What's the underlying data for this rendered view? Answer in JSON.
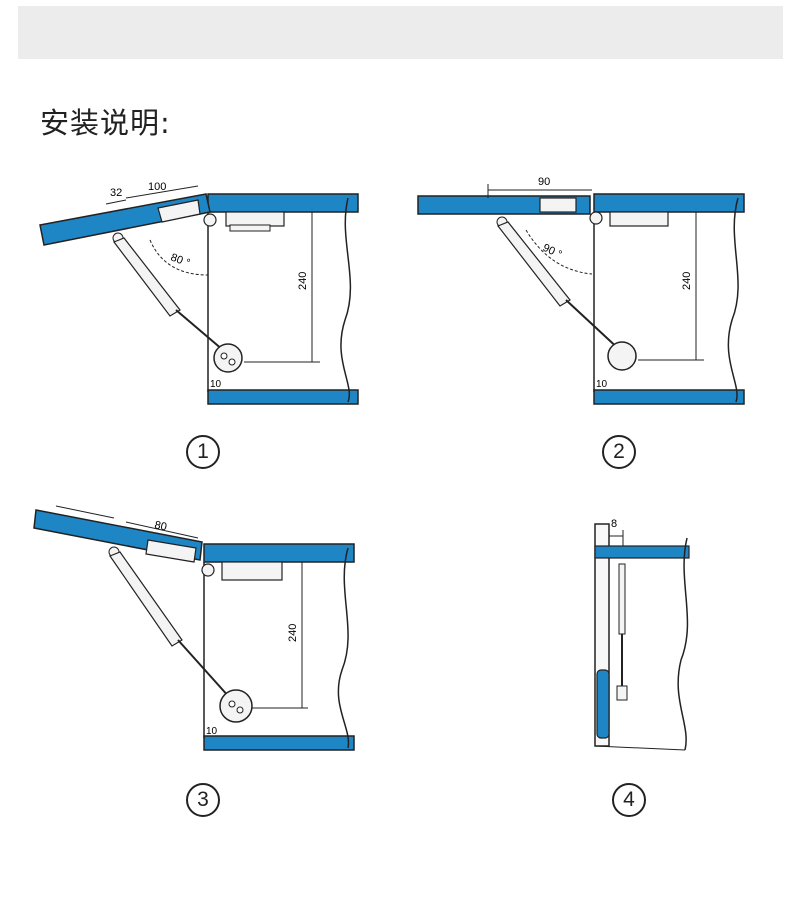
{
  "title": "安装说明:",
  "colors": {
    "panel": "#1f86c6",
    "line": "#222222",
    "hardware": "#f4f4f4"
  },
  "diagrams": [
    {
      "number": "1",
      "dims": [
        "32",
        "100"
      ],
      "angle": "80 °",
      "height": "240",
      "gap": "10"
    },
    {
      "number": "2",
      "dims": [
        "90"
      ],
      "angle": "90 °",
      "height": "240",
      "gap": "10"
    },
    {
      "number": "3",
      "dims": [
        "80"
      ],
      "height": "240",
      "gap": "10"
    },
    {
      "number": "4",
      "dims": [
        "8"
      ]
    }
  ]
}
